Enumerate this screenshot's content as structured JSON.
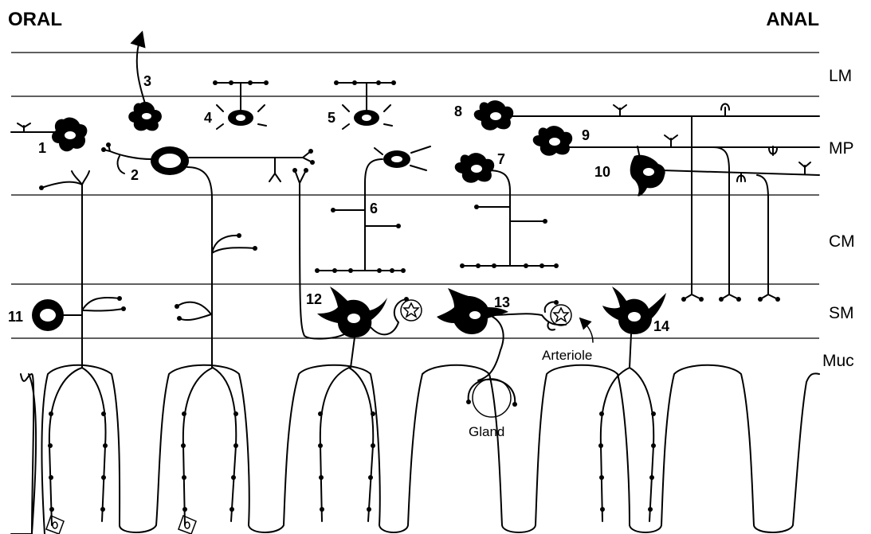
{
  "header": {
    "left": "ORAL",
    "right": "ANAL"
  },
  "layers": {
    "lm": "LM",
    "mp": "MP",
    "cm": "CM",
    "sm": "SM",
    "muc": "Muc"
  },
  "neurons": [
    "1",
    "2",
    "3",
    "4",
    "5",
    "6",
    "7",
    "8",
    "9",
    "10",
    "11",
    "12",
    "13",
    "14"
  ],
  "labels": {
    "arteriole": "Arteriole",
    "gland": "Gland"
  },
  "colors": {
    "ink": "#000000",
    "background": "#ffffff"
  }
}
